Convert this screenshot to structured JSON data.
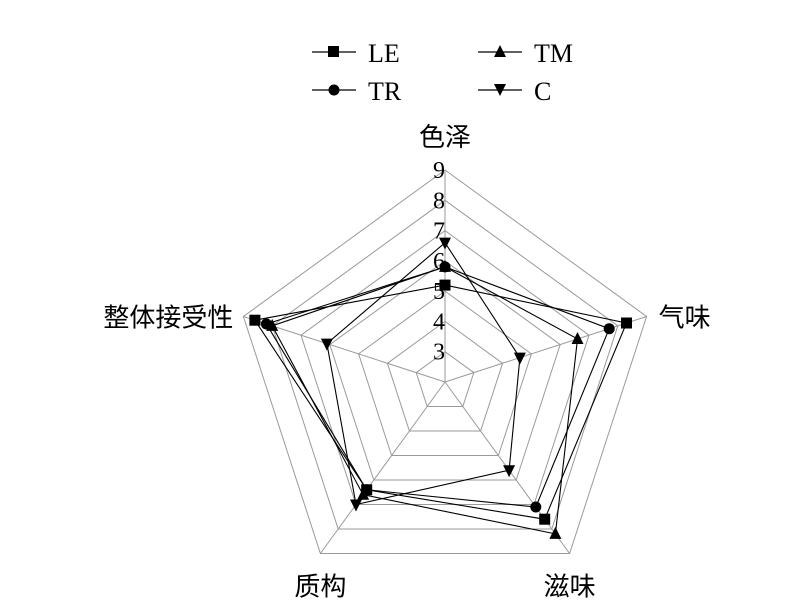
{
  "chart_data": {
    "type": "radar",
    "title": "",
    "axes": [
      "色泽",
      "气味",
      "滋味",
      "质构",
      "整体接受性"
    ],
    "range": [
      2,
      9
    ],
    "ticks": [
      3,
      4,
      5,
      6,
      7,
      8,
      9
    ],
    "grid": true,
    "legend_position": "top",
    "series": [
      {
        "name": "LE",
        "marker": "square",
        "values": [
          5.2,
          8.3,
          7.6,
          6.4,
          8.6
        ]
      },
      {
        "name": "TM",
        "marker": "triangle-up",
        "values": [
          5.8,
          6.6,
          8.2,
          6.6,
          8.0
        ]
      },
      {
        "name": "TR",
        "marker": "circle",
        "values": [
          5.8,
          7.7,
          7.1,
          6.4,
          8.2
        ]
      },
      {
        "name": "C",
        "marker": "triangle-down",
        "values": [
          6.6,
          4.6,
          5.6,
          7.0,
          6.1
        ]
      }
    ]
  }
}
